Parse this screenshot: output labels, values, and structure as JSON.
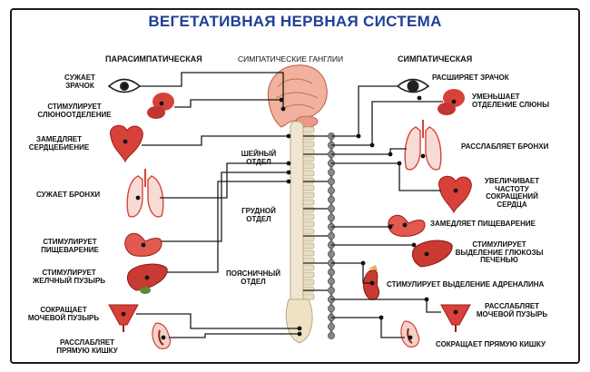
{
  "title": "ВЕГЕТАТИВНАЯ НЕРВНАЯ СИСТЕМА",
  "headers": {
    "parasympathetic": "ПАРАСИМПАТИЧЕСКАЯ",
    "ganglia": "СИМПАТИЧЕСКИЕ ГАНГЛИИ",
    "sympathetic": "СИМПАТИЧЕСКАЯ"
  },
  "spine_sections": {
    "cervical": [
      "ШЕЙНЫЙ",
      "ОТДЕЛ"
    ],
    "thoracic": [
      "ГРУДНОЙ",
      "ОТДЕЛ"
    ],
    "lumbar": [
      "ПОЯСНИЧНЫЙ",
      "ОТДЕЛ"
    ]
  },
  "parasympathetic_effects": [
    {
      "organ": "eye-icon",
      "lines": [
        "СУЖАЕТ",
        "ЗРАЧОК"
      ]
    },
    {
      "organ": "salivary-gland-icon",
      "lines": [
        "СТИМУЛИРУЕТ",
        "СЛЮНООТДЕЛЕНИЕ"
      ]
    },
    {
      "organ": "heart-icon",
      "lines": [
        "ЗАМЕДЛЯЕТ",
        "СЕРДЦЕБИЕНИЕ"
      ]
    },
    {
      "organ": "lungs-icon",
      "lines": [
        "СУЖАЕТ БРОНХИ"
      ]
    },
    {
      "organ": "stomach-icon",
      "lines": [
        "СТИМУЛИРУЕТ",
        "ПИЩЕВАРЕНИЕ"
      ]
    },
    {
      "organ": "liver-icon",
      "lines": [
        "СТИМУЛИРУЕТ",
        "ЖЕЛЧНЫЙ ПУЗЫРЬ"
      ]
    },
    {
      "organ": "bladder-icon",
      "lines": [
        "СОКРАЩАЕТ",
        "МОЧЕВОЙ ПУЗЫРЬ"
      ]
    },
    {
      "organ": "rectum-icon",
      "lines": [
        "РАССЛАБЛЯЕТ",
        "ПРЯМУЮ КИШКУ"
      ]
    }
  ],
  "sympathetic_effects": [
    {
      "organ": "eye-icon",
      "lines": [
        "РАСШИРЯЕТ ЗРАЧОК"
      ]
    },
    {
      "organ": "salivary-gland-icon",
      "lines": [
        "УМЕНЬШАЕТ",
        "ОТДЕЛЕНИЕ СЛЮНЫ"
      ]
    },
    {
      "organ": "lungs-icon",
      "lines": [
        "РАССЛАБЛЯЕТ БРОНХИ"
      ]
    },
    {
      "organ": "heart-icon",
      "lines": [
        "УВЕЛИЧИВАЕТ",
        "ЧАСТОТУ",
        "СОКРАЩЕНИЙ",
        "СЕРДЦА"
      ]
    },
    {
      "organ": "stomach-icon",
      "lines": [
        "ЗАМЕДЛЯЕТ ПИЩЕВАРЕНИЕ"
      ]
    },
    {
      "organ": "liver-icon",
      "lines": [
        "СТИМУЛИРУЕТ",
        "ВЫДЕЛЕНИЕ ГЛЮКОЗЫ",
        "ПЕЧЕНЬЮ"
      ]
    },
    {
      "organ": "kidney-icon",
      "lines": [
        "СТИМУЛИРУЕТ ВЫДЕЛЕНИЕ АДРЕНАЛИНА"
      ]
    },
    {
      "organ": "bladder-icon",
      "lines": [
        "РАССЛАБЛЯЕТ",
        "МОЧЕВОЙ ПУЗЫРЬ"
      ]
    },
    {
      "organ": "rectum-icon",
      "lines": [
        "СОКРАЩАЕТ ПРЯМУЮ КИШКУ"
      ]
    }
  ],
  "colors": {
    "title": "#1f3f99",
    "organ": "#d8413a",
    "organ_dark": "#9e1f1b",
    "brain": "#f1b19c",
    "spine": "#f0e6cf",
    "ganglia": "#777777",
    "line": "#1a1a1a"
  }
}
